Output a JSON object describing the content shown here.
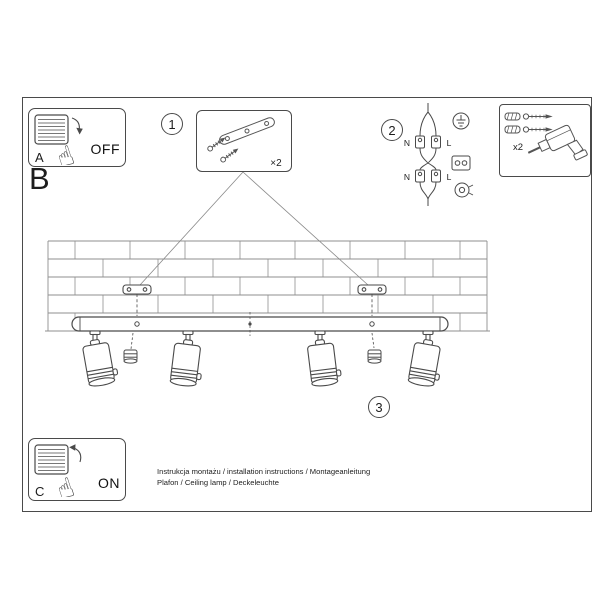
{
  "colors": {
    "line": "#4a4a4a",
    "brick": "#8f8f8f"
  },
  "icons": {
    "hand": "☝"
  },
  "panel_a": {
    "letter": "A",
    "state": "OFF"
  },
  "section_label": "B",
  "steps": {
    "one": "1",
    "two": "2",
    "three": "3"
  },
  "bracket_box": {
    "quantity": "×2"
  },
  "tools_box": {
    "quantity": "x2"
  },
  "wiring": {
    "n_top": "N",
    "l_top": "L",
    "n_bottom": "N",
    "l_bottom": "L"
  },
  "panel_c": {
    "letter": "C",
    "state": "ON"
  },
  "footer": {
    "line1": "Instrukcja montażu / installation instructions / Montageanleitung",
    "line2": "Plafon / Ceiling lamp / Deckeleuchte"
  }
}
